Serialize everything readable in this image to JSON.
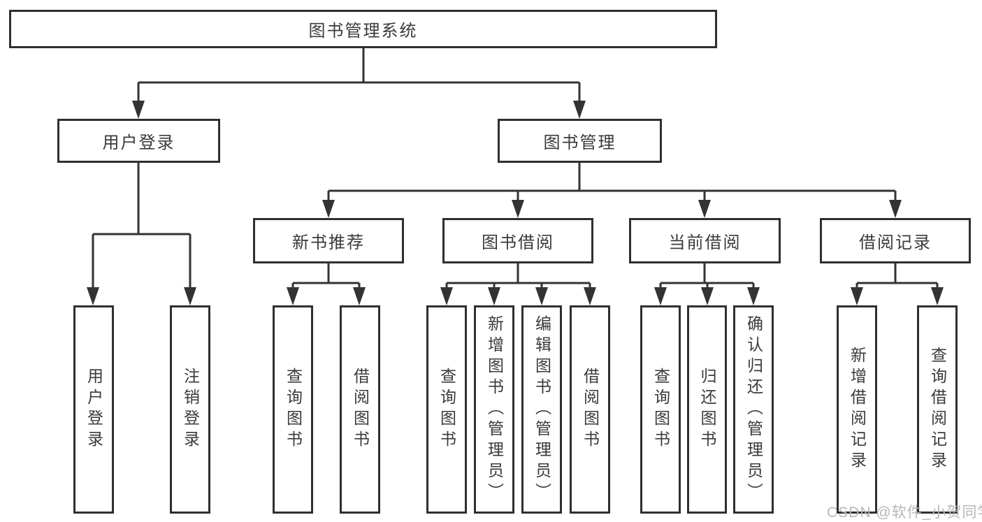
{
  "tree": {
    "root": {
      "label": "图书管理系统"
    },
    "branches": [
      {
        "label": "用户登录",
        "children": [
          {
            "label": "用户登录"
          },
          {
            "label": "注销登录"
          }
        ]
      },
      {
        "label": "图书管理",
        "children": [
          {
            "label": "新书推荐",
            "children": [
              {
                "label": "查询图书"
              },
              {
                "label": "借阅图书"
              }
            ]
          },
          {
            "label": "图书借阅",
            "children": [
              {
                "label": "查询图书"
              },
              {
                "label": "新增图书（管理员）"
              },
              {
                "label": "编辑图书（管理员）"
              },
              {
                "label": "借阅图书"
              }
            ]
          },
          {
            "label": "当前借阅",
            "children": [
              {
                "label": "查询图书"
              },
              {
                "label": "归还图书"
              },
              {
                "label": "确认归还（管理员）"
              }
            ]
          },
          {
            "label": "借阅记录",
            "children": [
              {
                "label": "新增借阅记录"
              },
              {
                "label": "查询借阅记录"
              }
            ]
          }
        ]
      }
    ]
  },
  "watermark": {
    "text": "CSDN @软件_小贺同学"
  },
  "colors": {
    "line": "#333333",
    "border": "#2f2f2f",
    "text": "#3a3a3a",
    "watermark": "#b7b7b7",
    "background": "#ffffff"
  }
}
